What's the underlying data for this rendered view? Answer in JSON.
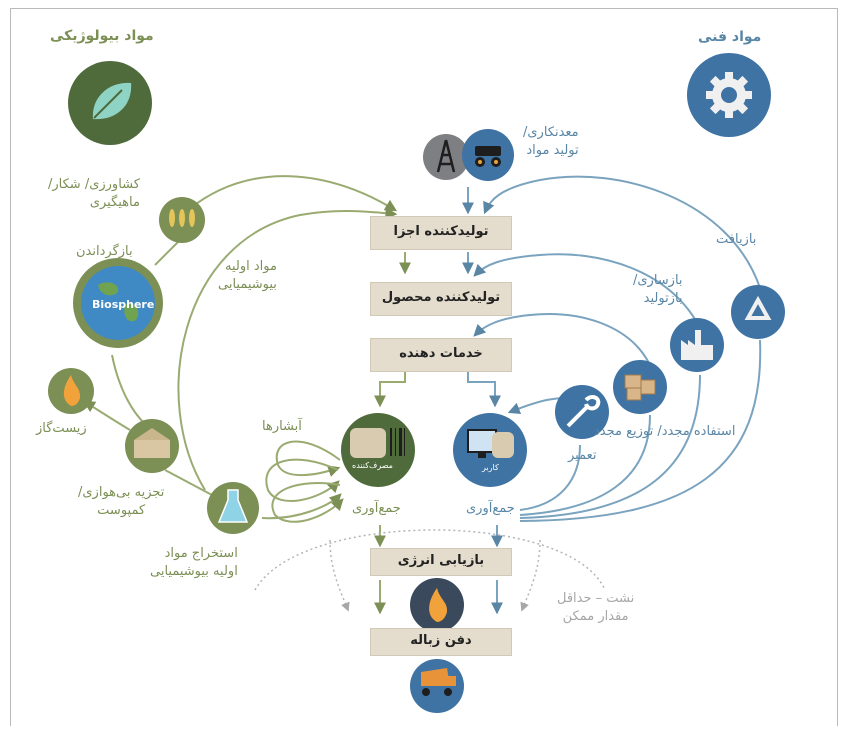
{
  "headings": {
    "biological": "مواد بیولوژیکی",
    "technical": "مواد فنی"
  },
  "process_boxes": {
    "parts_maker": "تولیدکننده اجزا",
    "product_maker": "تولیدکننده محصول",
    "service_provider": "خدمات دهنده",
    "energy_recovery": "بازیابی انرژی",
    "landfill": "دفن زباله"
  },
  "labels": {
    "mining": [
      "معدنکاری/",
      "تولید مواد"
    ],
    "farming": [
      "کشاورزی/ شکار/",
      "ماهیگیری"
    ],
    "restoration": "بازگرداندن",
    "biochemical_feedstock": [
      "مواد اولیه",
      "بیوشیمیایی"
    ],
    "biogas": "زیست‌گاز",
    "anaerobic": [
      "تجزیه بی‌هوازی/",
      "کمپوست"
    ],
    "extraction": [
      "استخراج مواد",
      "اولیه بیوشیمیایی"
    ],
    "cascades": "آبشارها",
    "consumer": "مصرف‌کننده",
    "user": "کاربر",
    "collection_bio": "جمع‌آوری",
    "collection_tech": "جمع‌آوری",
    "recycle": "بازیافت",
    "refurbish": [
      "بازسازی/",
      "بازتولید"
    ],
    "reuse": "استفاده مجدد/ توزیع مجدد",
    "maintain": "تعمیر",
    "leakage": [
      "نشت – حداقل",
      "مقدار ممکن"
    ],
    "biosphere": "Biosphere"
  },
  "icons": [
    "leaf-icon",
    "gear-icon",
    "oil-rig-icon",
    "mining-truck-icon",
    "wheat-fish-icon",
    "globe-icon",
    "flame-icon",
    "compost-icon",
    "flask-icon",
    "consumer-icon",
    "user-computer-icon",
    "wrench-icon",
    "boxes-icon",
    "factory-icon",
    "recycle-icon",
    "fire-icon",
    "dump-truck-icon"
  ],
  "colors": {
    "biological": "#7c8f55",
    "biological_dark": "#4f6b3c",
    "technical": "#5a86a6",
    "technical_dark": "#3f73a3",
    "box_fill": "#e4dccd",
    "leakage": "#a7a7a7"
  }
}
